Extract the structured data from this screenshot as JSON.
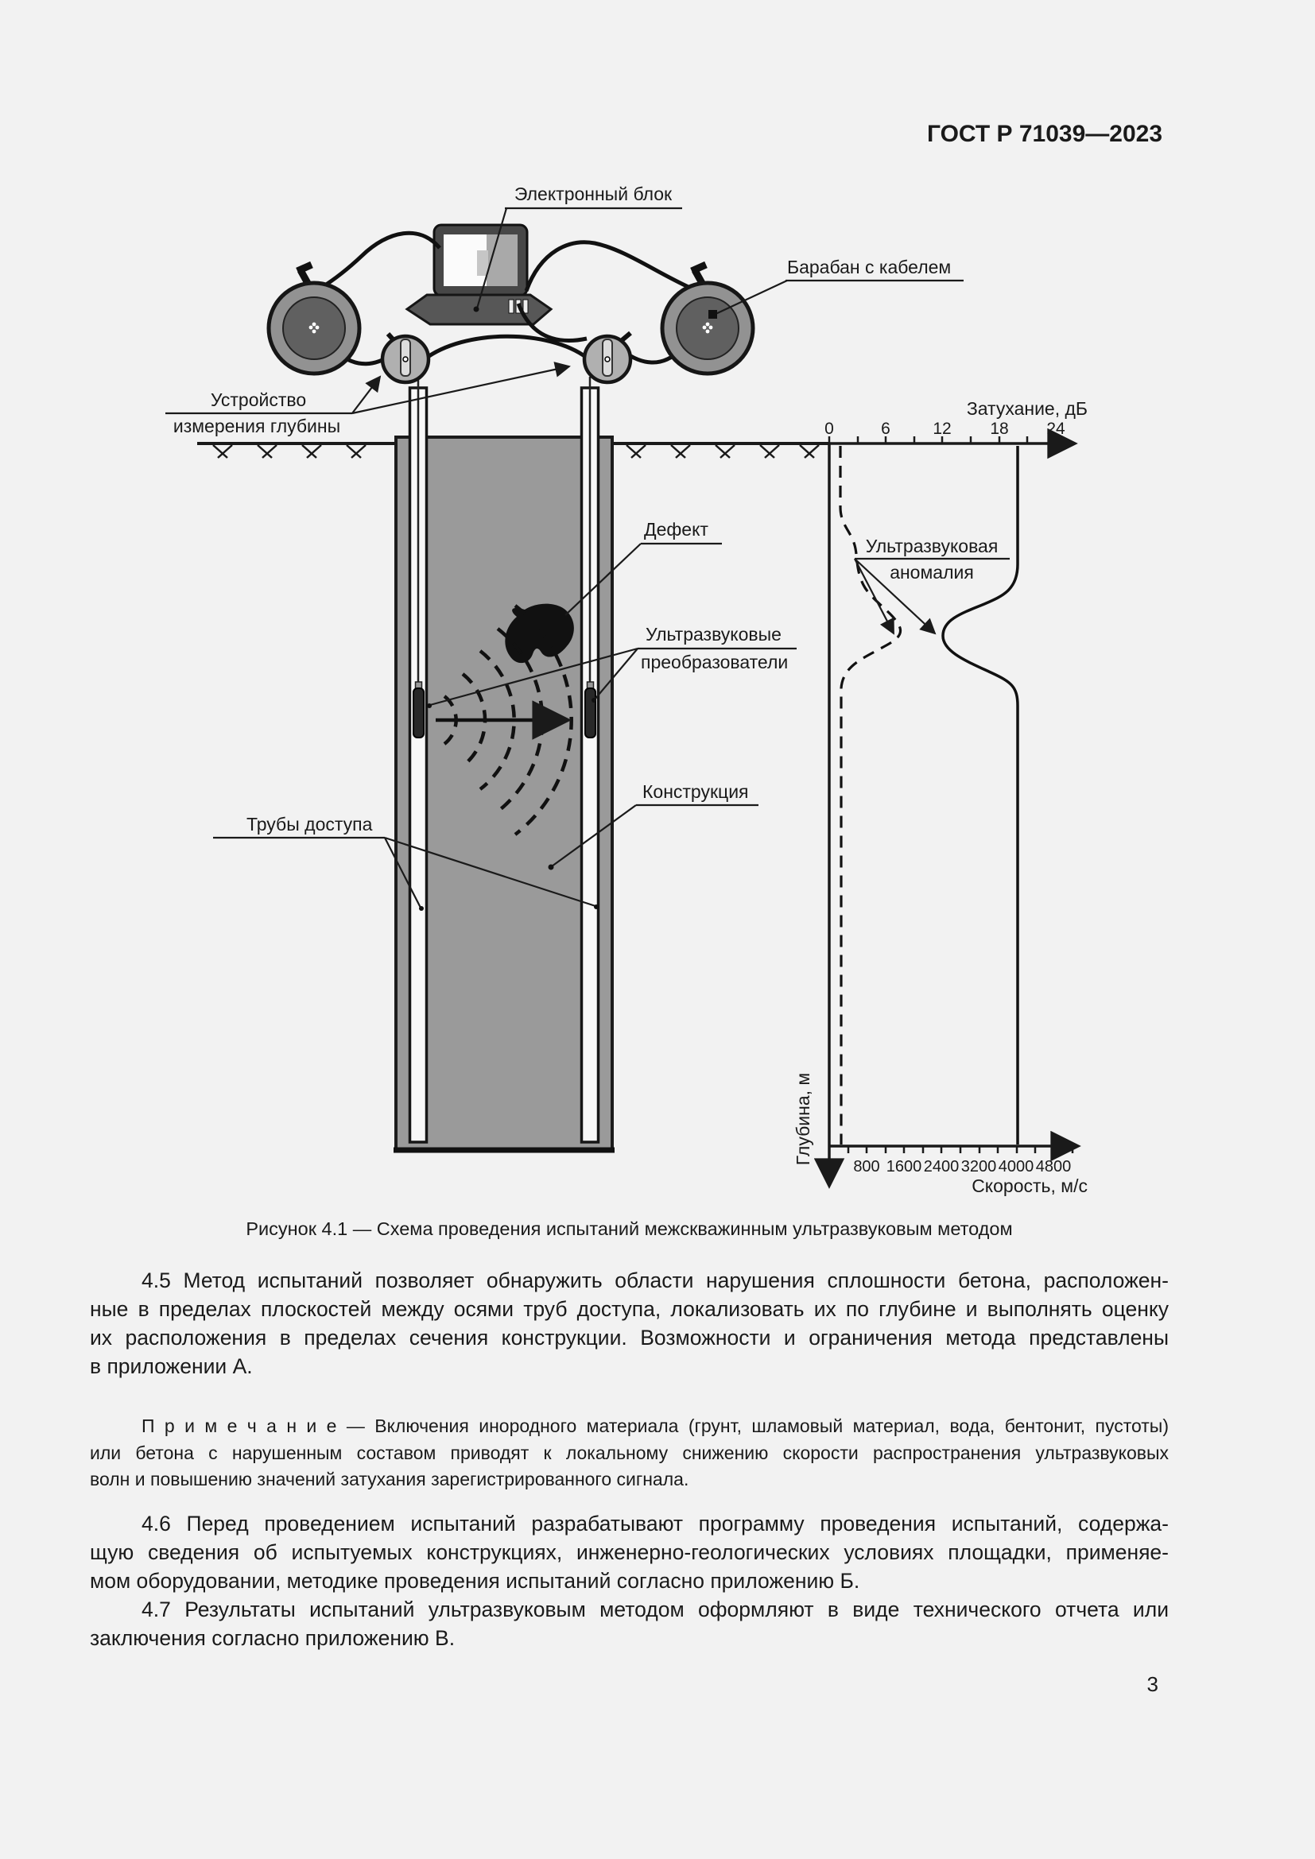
{
  "page": {
    "standard_code": "ГОСТ Р 71039—2023",
    "page_number": "3"
  },
  "figure": {
    "caption": "Рисунок 4.1 — Схема проведения испытаний межскважинным ультразвуковым методом",
    "labels": {
      "electronic_unit": "Электронный блок",
      "cable_drum": "Барабан с кабелем",
      "depth_device_line1": "Устройство",
      "depth_device_line2": "измерения глубины",
      "defect": "Дефект",
      "transducers_line1": "Ультразвуковые",
      "transducers_line2": "преобразователи",
      "structure": "Конструкция",
      "access_tubes": "Трубы доступа",
      "anomaly_line1": "Ультразвуковая",
      "anomaly_line2": "аномалия"
    },
    "graph": {
      "attenuation_axis": {
        "label": "Затухание, дБ",
        "ticks": [
          "0",
          "6",
          "12",
          "18",
          "24"
        ]
      },
      "velocity_axis": {
        "label": "Скорость, м/с",
        "ticks": [
          "800",
          "1600",
          "2400",
          "3200",
          "4000",
          "4800"
        ]
      },
      "depth_axis": {
        "label": "Глубина, м"
      }
    }
  },
  "text": {
    "p45": {
      "lines": [
        "4.5 Метод испытаний позволяет обнаружить области нарушения сплошности бетона, расположен-",
        "ные в пределах плоскостей между осями труб доступа, локализовать их по глубине и выполнять оценку",
        "их расположения в пределах сечения конструкции. Возможности и ограничения метода представлены",
        "в приложении А."
      ]
    },
    "note": {
      "lines": [
        "П р и м е ч а н и е  — Включения инородного материала (грунт, шламовый материал, вода, бентонит, пустоты)",
        "или бетона с нарушенным составом приводят к локальному снижению скорости распространения ультразвуковых",
        "волн и повышению значений затухания зарегистрированного сигнала."
      ]
    },
    "p46": {
      "lines": [
        "4.6 Перед проведением испытаний разрабатывают программу проведения испытаний, содержа-",
        "щую сведения об испытуемых конструкциях, инженерно-геологических условиях площадки, применяе-",
        "мом оборудовании, методике проведения испытаний согласно приложению Б.",
        "4.7 Результаты испытаний ультразвуковым методом оформляют в виде технического отчета или",
        "заключения согласно приложению В."
      ]
    }
  },
  "colors": {
    "page_bg": "#f2f2f2",
    "ink": "#1a1a1a",
    "pile_gray": "#9a9a9a"
  }
}
